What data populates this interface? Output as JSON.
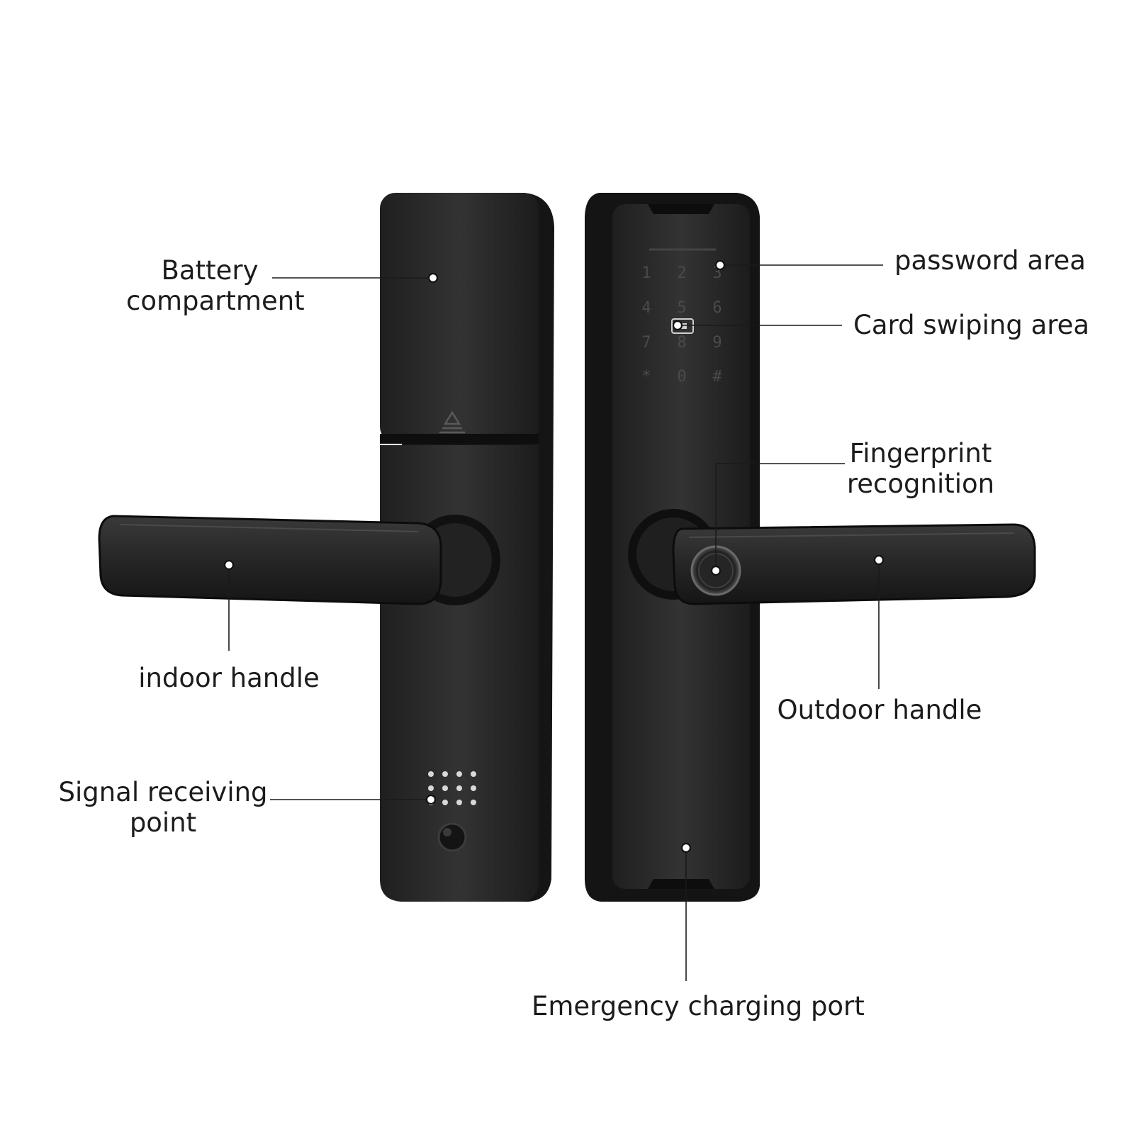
{
  "callouts": {
    "battery_compartment": [
      "Battery",
      "compartment"
    ],
    "indoor_handle": "indoor handle",
    "signal_receiving_point": [
      "Signal receiving",
      "point"
    ],
    "password_area": "password area",
    "card_swiping_area": "Card swiping area",
    "fingerprint_recognition": [
      "Fingerprint",
      "recognition"
    ],
    "outdoor_handle": "Outdoor handle",
    "emergency_charging_port": "Emergency charging port"
  },
  "keypad": [
    "1",
    "2",
    "3",
    "4",
    "5",
    "6",
    "7",
    "8",
    "9",
    "*",
    "0",
    "#"
  ],
  "colors": {
    "lock_body": "#2b2b2b",
    "lock_edge": "#141414",
    "keypad_glyph": "#4a4a4a",
    "callout_line": "#1a1a1a",
    "background": "#ffffff"
  }
}
